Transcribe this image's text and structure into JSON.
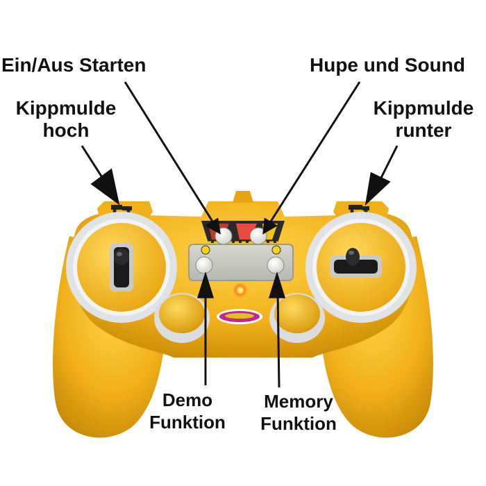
{
  "labels": {
    "on_off_start": "Ein/Aus Starten",
    "horn_sound": "Hupe und Sound",
    "dump_up_line1": "Kippmulde",
    "dump_up_line2": "hoch",
    "dump_down_line1": "Kippmulde",
    "dump_down_line2": "runter",
    "demo_line1": "Demo",
    "demo_line2": "Funktion",
    "memory_line1": "Memory",
    "memory_line2": "Funktion"
  },
  "colors": {
    "body": "#f0b018",
    "body_shadow": "#c98a08",
    "ring": "#e8ecef",
    "arrow": "#111111",
    "led": "#ff7a10"
  }
}
